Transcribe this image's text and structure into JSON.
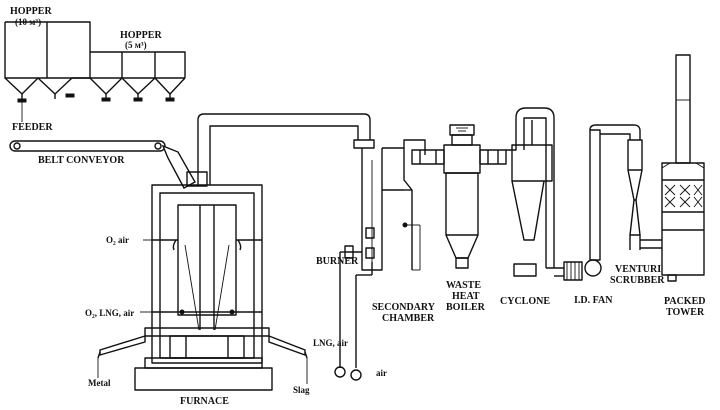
{
  "labels": {
    "hopper_large_title": "HOPPER",
    "hopper_large_capacity": "(10 м³)",
    "hopper_small_title": "HOPPER",
    "hopper_small_capacity": "(5 м³)",
    "feeder": "FEEDER",
    "belt_conveyor": "BELT CONVEYOR",
    "o2_air": "O₂ air",
    "o2_lng_air": "O₂, LNG, air",
    "metal": "Metal",
    "furnace": "FURNACE",
    "slag": "Slag",
    "burner": "BURNER",
    "lng_air": "LNG, air",
    "air": "air",
    "secondary_chamber_1": "SECONDARY",
    "secondary_chamber_2": "CHAMBER",
    "waste_heat_boiler_1": "WASTE",
    "waste_heat_boiler_2": "HEAT",
    "waste_heat_boiler_3": "BOILER",
    "cyclone": "CYCLONE",
    "id_fan": "I.D. FAN",
    "venturi_scrubber_1": "VENTURI",
    "venturi_scrubber_2": "SCRUBBER",
    "packed_tower_1": "PACKED",
    "packed_tower_2": "TOWER"
  }
}
